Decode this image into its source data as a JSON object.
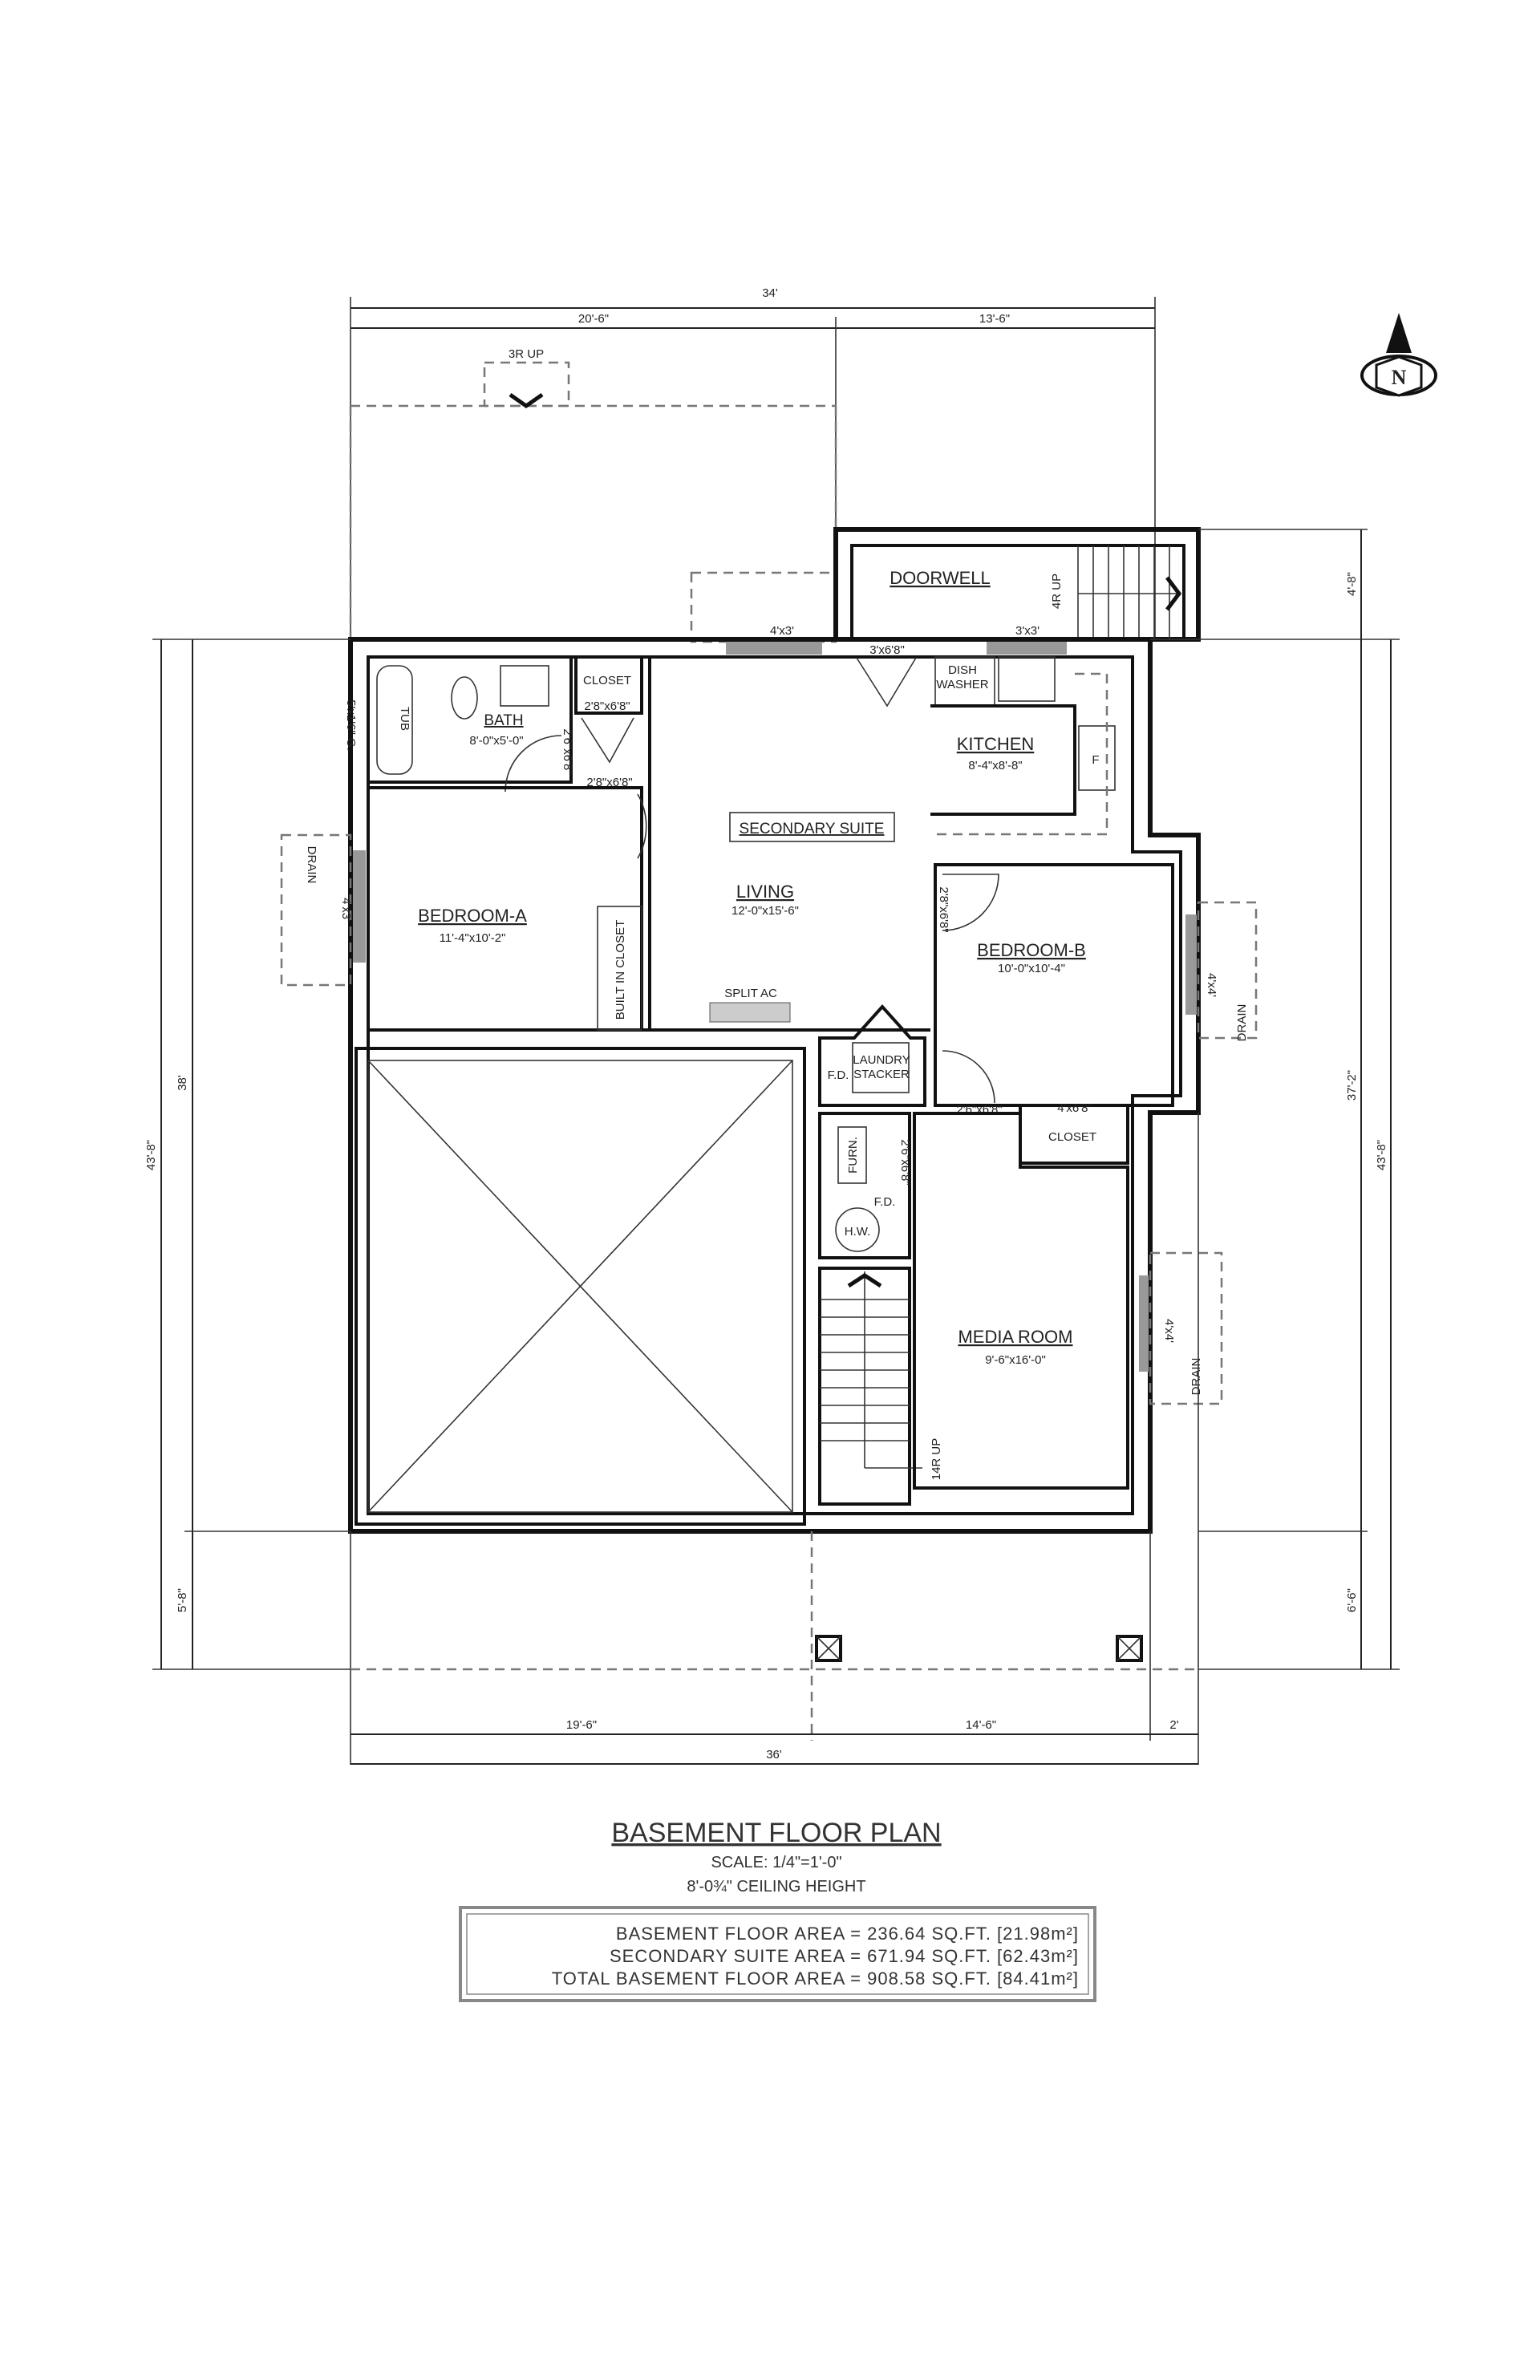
{
  "title": "BASEMENT FLOOR PLAN",
  "scale": "SCALE: 1/4\"=1'-0\"",
  "ceiling": "8'-0¾\" CEILING HEIGHT",
  "areas": [
    "BASEMENT FLOOR AREA = 236.64 SQ.FT. [21.98m²]",
    "SECONDARY SUITE AREA = 671.94 SQ.FT. [62.43m²]",
    "TOTAL BASEMENT FLOOR AREA = 908.58 SQ.FT. [84.41m²]"
  ],
  "north_label": "N",
  "dimensions": {
    "top_total": "34'",
    "top_left": "20'-6\"",
    "top_right": "13'-6\"",
    "bottom_left": "19'-6\"",
    "bottom_mid": "14'-6\"",
    "bottom_right": "2'",
    "bottom_total": "36'",
    "left_total": "43'-8\"",
    "left_main": "38'",
    "left_lower": "5'-8\"",
    "right_top": "4'-8\"",
    "right_main": "37'-2\"",
    "right_lower": "6'-6\"",
    "right_total": "43'-8\""
  },
  "rooms": {
    "doorwell": "DOORWELL",
    "bath": {
      "name": "BATH",
      "size": "8'-0\"x5'-0\""
    },
    "kitchen": {
      "name": "KITCHEN",
      "size": "8'-4\"x8'-8\""
    },
    "suite": "SECONDARY SUITE",
    "living": {
      "name": "LIVING",
      "size": "12'-0\"x15'-6\""
    },
    "bedroom_a": {
      "name": "BEDROOM-A",
      "size": "11'-4\"x10'-2\""
    },
    "bedroom_b": {
      "name": "BEDROOM-B",
      "size": "10'-0\"x10'-4\""
    },
    "media": {
      "name": "MEDIA ROOM",
      "size": "9'-6\"x16'-0\""
    },
    "closet_bath": "CLOSET",
    "closet_b": "CLOSET"
  },
  "labels": {
    "porch_stair": "3R UP",
    "doorwell_stair": "4R UP",
    "main_stair": "14R UP",
    "window_top_left": "4'x3'",
    "window_top_right": "3'x3'",
    "door_entry": "3'x6'8\"",
    "dishwasher_1": "DISH",
    "dishwasher_2": "WASHER",
    "tub": "TUB",
    "bath_window": "5'x1'6\" G.",
    "door_closet": "2'8\"x6'8\"",
    "door_bath": "2'6\"x6'8\"",
    "door_bed_a": "2'8\"x6'8\"",
    "door_bed_b": "2'8\"x6'8\"",
    "built_in_closet": "BUILT IN CLOSET",
    "window_bed_a": "4'x3'",
    "drain_left": "DRAIN",
    "split_ac": "SPLIT AC",
    "window_bed_b": "4'x4'",
    "drain_right_1": "DRAIN",
    "laundry_1": "LAUNDRY",
    "laundry_2": "STACKER",
    "floor_drain_1": "F.D.",
    "floor_drain_2": "F.D.",
    "door_media": "2'6\"x6'8\"",
    "door_closet_b": "4'x6'8\"",
    "furnace": "FURN.",
    "door_furnace": "2'6\"x6'8\"",
    "hot_water": "H.W.",
    "window_media": "4'x4'",
    "drain_right_2": "DRAIN",
    "range": "F"
  }
}
